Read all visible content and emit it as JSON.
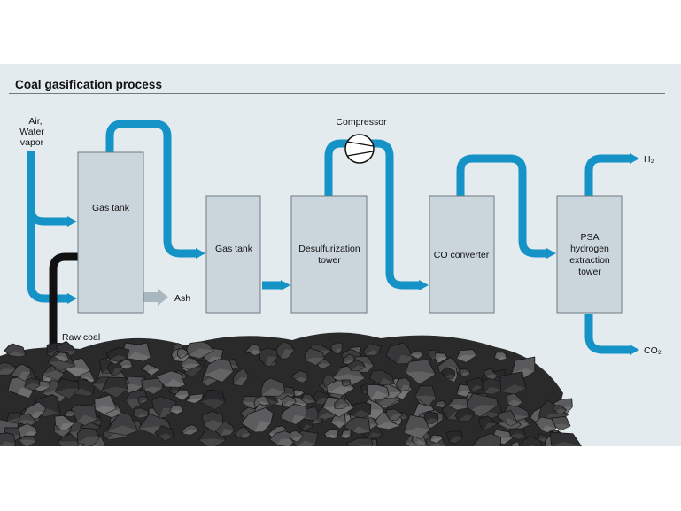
{
  "title": "Coal gasification process",
  "inputs": {
    "air_line1": "Air,",
    "air_line2": "Water",
    "air_line3": "vapor",
    "raw_coal": "Raw coal"
  },
  "outputs": {
    "ash": "Ash",
    "h2": "H₂",
    "co2": "CO₂"
  },
  "units": {
    "gas_tank_1": "Gas tank",
    "gas_tank_2": "Gas tank",
    "desulf_line1": "Desulfurization",
    "desulf_line2": "tower",
    "compressor": "Compressor",
    "co_converter": "CO converter",
    "psa_line1": "PSA",
    "psa_line2": "hydrogen",
    "psa_line3": "extraction",
    "psa_line4": "tower"
  },
  "colors": {
    "pipe": "#1592c6",
    "box_fill": "#cbd6dc",
    "box_stroke": "#6d7a82",
    "coal_pipe": "#111111",
    "ash_arrow": "#a9b8bf",
    "panel_bg": "#e3ebef"
  }
}
